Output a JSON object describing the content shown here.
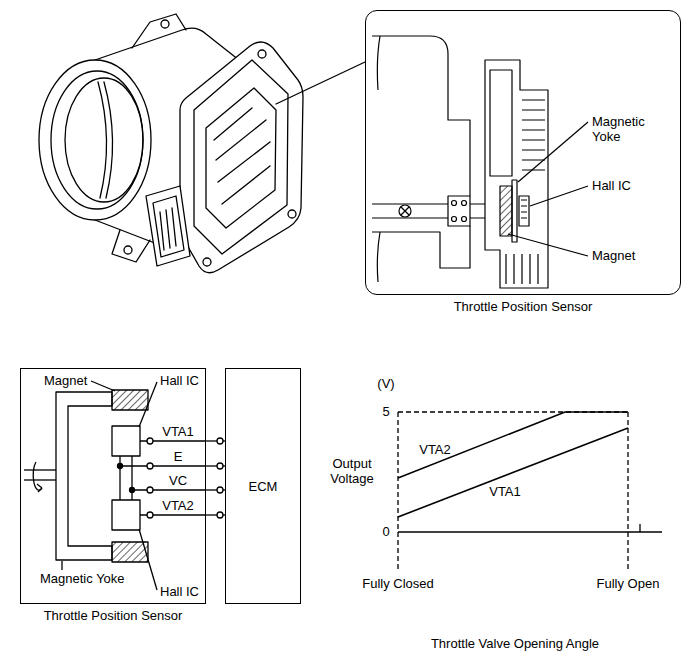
{
  "diagram": {
    "nodes": [
      {
        "text": [
          "Throttle Position Sensor"
        ]
      },
      {
        "text": [
          "Throttle Position Sensor"
        ]
      },
      {
        "text": [
          "ECM"
        ]
      }
    ],
    "edges": [
      {
        "from": 1,
        "to": 2,
        "label": "VTA1",
        "arrow": "none"
      },
      {
        "from": 1,
        "to": 2,
        "label": "E",
        "arrow": "none"
      },
      {
        "from": 1,
        "to": 2,
        "label": "VC",
        "arrow": "none"
      },
      {
        "from": 1,
        "to": 2,
        "label": "VTA2",
        "arrow": "none"
      }
    ],
    "labels": [
      "Magnetic Yoke",
      "Hall IC",
      "Magnet",
      "Magnet",
      "Hall IC",
      "Hall IC",
      "Magnetic Yoke",
      "(V)",
      "5",
      "0",
      "Output Voltage",
      "VTA2",
      "VTA1",
      "Fully Closed",
      "Fully Open",
      "Throttle Valve Opening Angle"
    ]
  }
}
